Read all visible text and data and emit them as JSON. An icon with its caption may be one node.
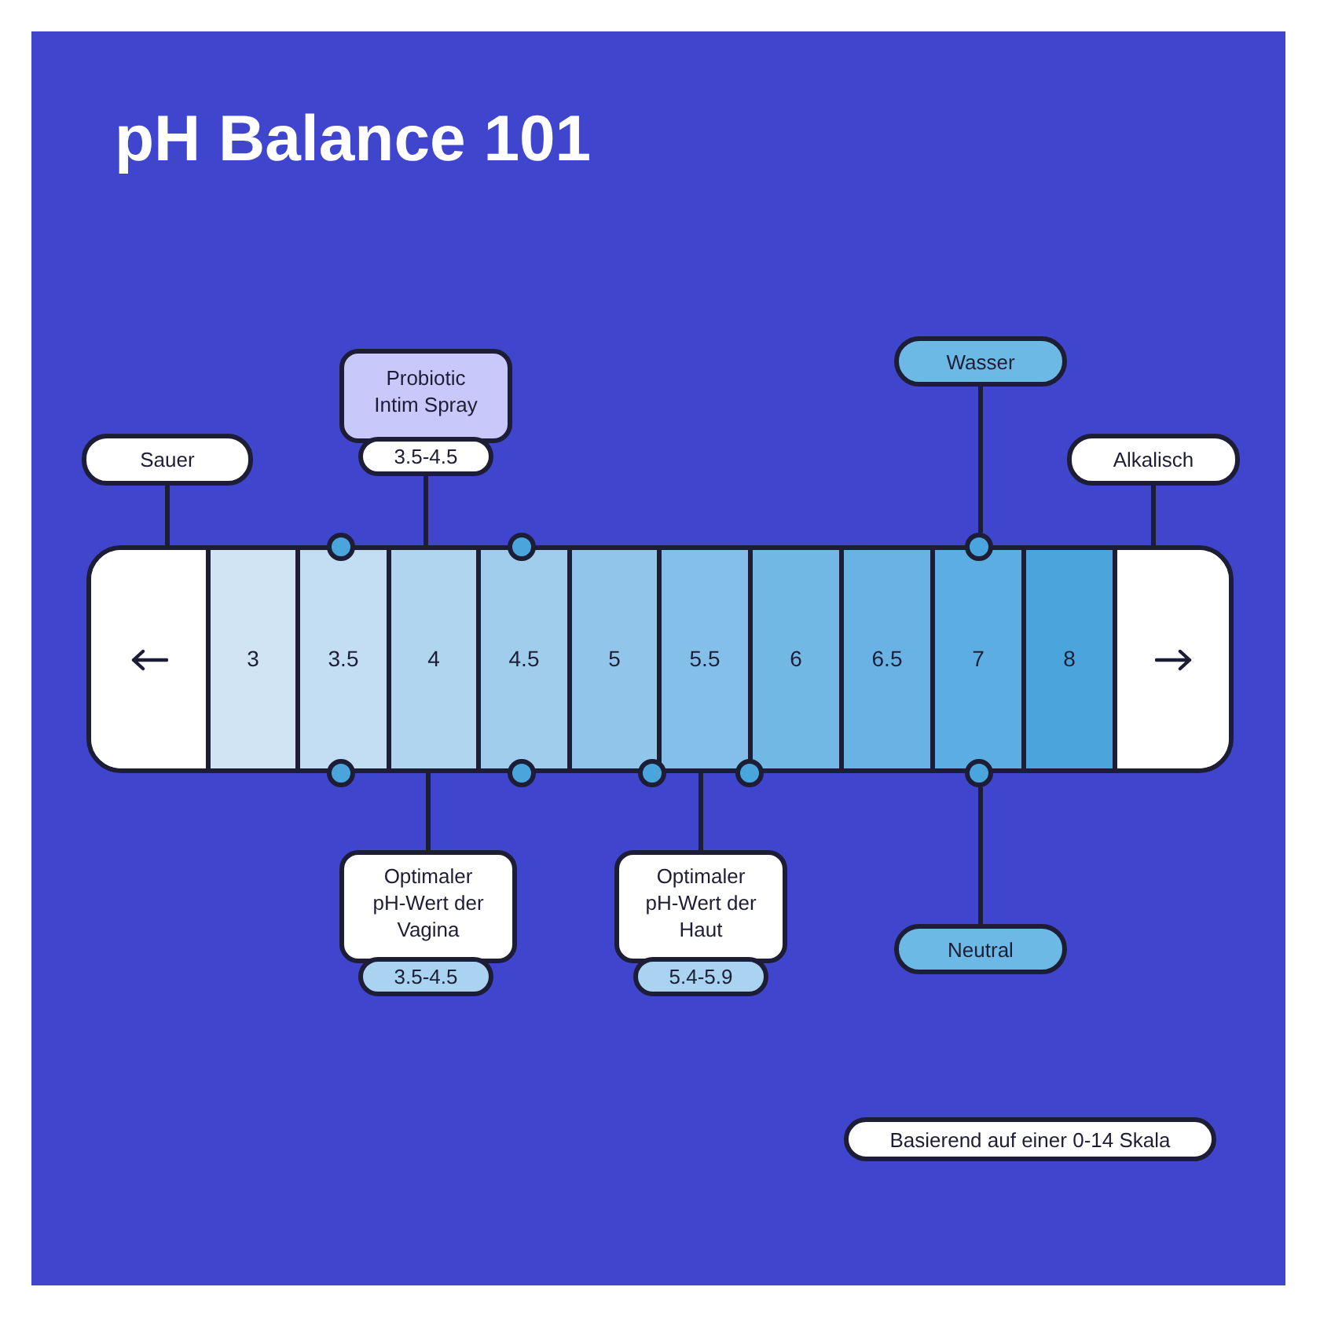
{
  "diagram": {
    "title": "pH Balance 101",
    "nodes": [
      {
        "text": [
          "Probiotic Intim Spray"
        ]
      },
      {
        "text": [
          "3.5-4.5"
        ]
      },
      {
        "text": [
          "Wasser"
        ]
      },
      {
        "text": [
          "Sauer"
        ]
      },
      {
        "text": [
          "Alkalisch"
        ]
      },
      {
        "text": [],
        "shape": "bar"
      },
      {
        "text": [],
        "shape": "box",
        "in": 5
      },
      {
        "text": [
          "3"
        ],
        "in": 5
      },
      {
        "text": [
          "3.5"
        ],
        "in": 5
      },
      {
        "text": [
          "4"
        ],
        "in": 5
      },
      {
        "text": [
          "4.5"
        ],
        "in": 5
      },
      {
        "text": [
          "5"
        ],
        "in": 5
      },
      {
        "text": [
          "5.5"
        ],
        "in": 5
      },
      {
        "text": [
          "6"
        ],
        "in": 5
      },
      {
        "text": [
          "6.5"
        ],
        "in": 5
      },
      {
        "text": [
          "7"
        ],
        "in": 5
      },
      {
        "text": [
          "8"
        ],
        "in": 5
      },
      {
        "text": [],
        "shape": "box",
        "in": 5
      },
      {
        "text": [],
        "shape": "circle"
      },
      {
        "text": [],
        "shape": "circle"
      },
      {
        "text": [
          "Optimaler pH-Wert der Vagina"
        ]
      },
      {
        "text": [
          "3.5-4.5"
        ]
      },
      {
        "text": [
          "Optimaler pH-Wert der Haut"
        ]
      },
      {
        "text": [
          "5.4-5.9"
        ]
      },
      {
        "text": [
          "Neutral"
        ]
      },
      {
        "text": [
          "Basierend auf einer 0-14 Skala"
        ]
      }
    ],
    "edges": [
      {
        "from": 3,
        "to": 6,
        "arrow": "none"
      },
      {
        "from": 1,
        "to": 9,
        "arrow": "none"
      },
      {
        "from": 2,
        "to": 18,
        "arrow": "none"
      },
      {
        "from": 4,
        "to": 17,
        "arrow": "none"
      },
      {
        "from": 20,
        "to": 9,
        "arrow": "none"
      },
      {
        "from": 22,
        "to": 12,
        "arrow": "none"
      },
      {
        "from": 24,
        "to": 19,
        "arrow": "none"
      }
    ]
  }
}
